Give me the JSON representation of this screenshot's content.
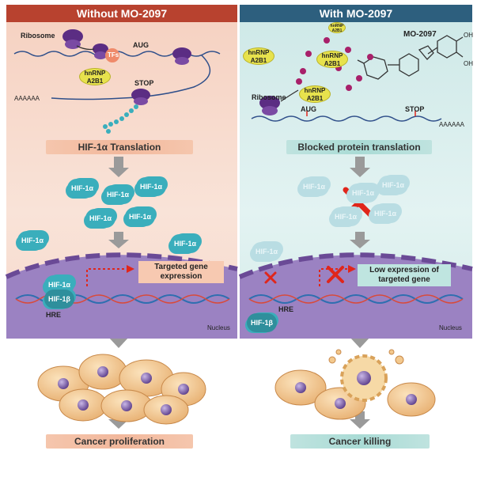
{
  "left": {
    "header": "Without MO-2097",
    "ribosome": "Ribosome",
    "tfs": "TFs",
    "aug": "AUG",
    "stop": "STOP",
    "hnrnp": "hnRNP A2B1",
    "polyA": "AAAAAA",
    "translation_banner": "HIF-1α Translation",
    "hif1a": "HIF-1α",
    "hif1b": "HIF-1β",
    "hre": "HRE",
    "gene_expr": "Targeted gene expression",
    "nucleus": "Nucleus",
    "result_banner": "Cancer proliferation"
  },
  "right": {
    "header": "With MO-2097",
    "drug": "MO-2097",
    "ribosome": "Ribosome",
    "hnrnp": "hnRNP A2B1",
    "aug": "AUG",
    "stop": "STOP",
    "polyA": "AAAAAA",
    "translation_banner": "Blocked protein translation",
    "hif1a": "HIF-1α",
    "hif1b": "HIF-1β",
    "hre": "HRE",
    "gene_expr": "Low expression of targeted gene",
    "nucleus": "Nucleus",
    "result_banner": "Cancer killing",
    "oh": "OH"
  },
  "colors": {
    "left_header": "#b8422f",
    "right_header": "#2d5f7e",
    "ribosome": "#5b2d83",
    "hif": "#3aaebc",
    "hnrnp": "#e7e24d",
    "inhibit": "#e0261b",
    "nucleus": "#8b6fb0",
    "cell": "#f3c98e"
  }
}
